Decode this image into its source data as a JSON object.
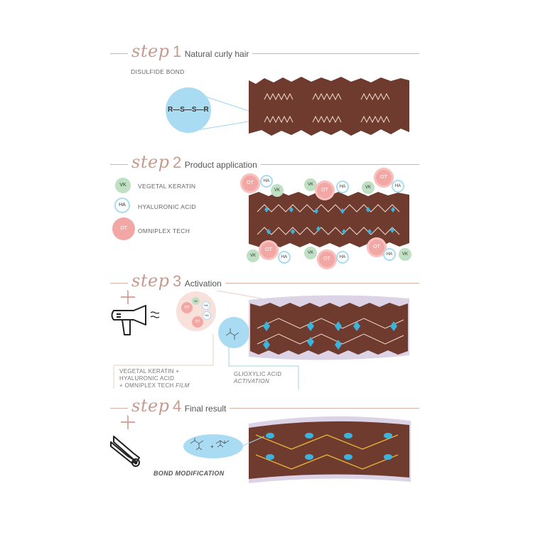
{
  "steps": [
    {
      "word": "step",
      "number": "1",
      "title": "Natural curly hair"
    },
    {
      "word": "step",
      "number": "2",
      "title": "Product application"
    },
    {
      "word": "step",
      "number": "3",
      "title": "Activation"
    },
    {
      "word": "step",
      "number": "4",
      "title": "Final result"
    }
  ],
  "step1": {
    "bond_label": "DISULFIDE BOND",
    "formula": "R—S—S—R"
  },
  "legend": [
    {
      "abbr": "VK",
      "label": "VEGETAL KERATIN"
    },
    {
      "abbr": "HA",
      "label": "HYALURONIC ACID"
    },
    {
      "abbr": "OT",
      "label": "OMNIPLEX TECH"
    }
  ],
  "step3": {
    "film_line1": "VEGETAL KERATIN +",
    "film_line2": "HYALURONIC ACID",
    "film_line3a": "+ OMNIPLEX TECH ",
    "film_line3b": "FILM",
    "glio_line1": "GLIOXYLIC ACID",
    "glio_line2": "ACTIVATION"
  },
  "step4": {
    "bond_label": "BOND MODIFICATION"
  },
  "colors": {
    "hair": "#6e3b2e",
    "accent": "#c79a8e",
    "bubble": "#a9dcf2",
    "vk_fill": "#bfe0c3",
    "ot_fill": "#f3a7a4",
    "diamond": "#3bb3dd",
    "yellow": "#e7b43a",
    "lavender": "#c9b8d9"
  }
}
